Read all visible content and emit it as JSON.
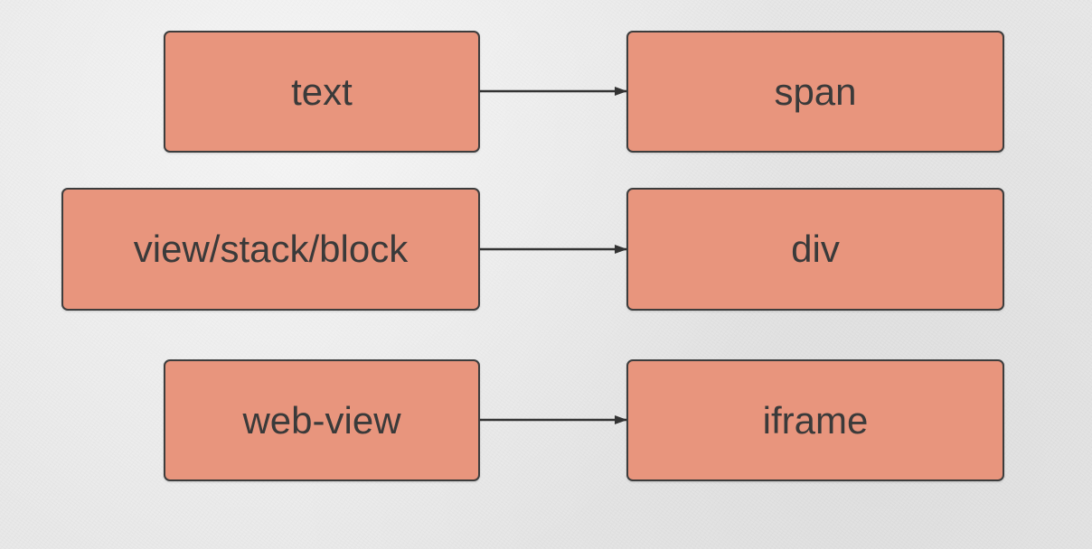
{
  "colors": {
    "box_fill": "#e8957d",
    "box_border": "#3d3d3d",
    "text": "#3a3a3a",
    "arrow": "#333333",
    "background": "#e9e9e9"
  },
  "nodes": {
    "text": {
      "label": "text"
    },
    "view": {
      "label": "view/stack/block"
    },
    "web_view": {
      "label": "web-view"
    },
    "span": {
      "label": "span"
    },
    "div": {
      "label": "div"
    },
    "iframe": {
      "label": "iframe"
    }
  },
  "edges": [
    {
      "from": "text",
      "to": "span"
    },
    {
      "from": "view",
      "to": "div"
    },
    {
      "from": "web_view",
      "to": "iframe"
    }
  ]
}
